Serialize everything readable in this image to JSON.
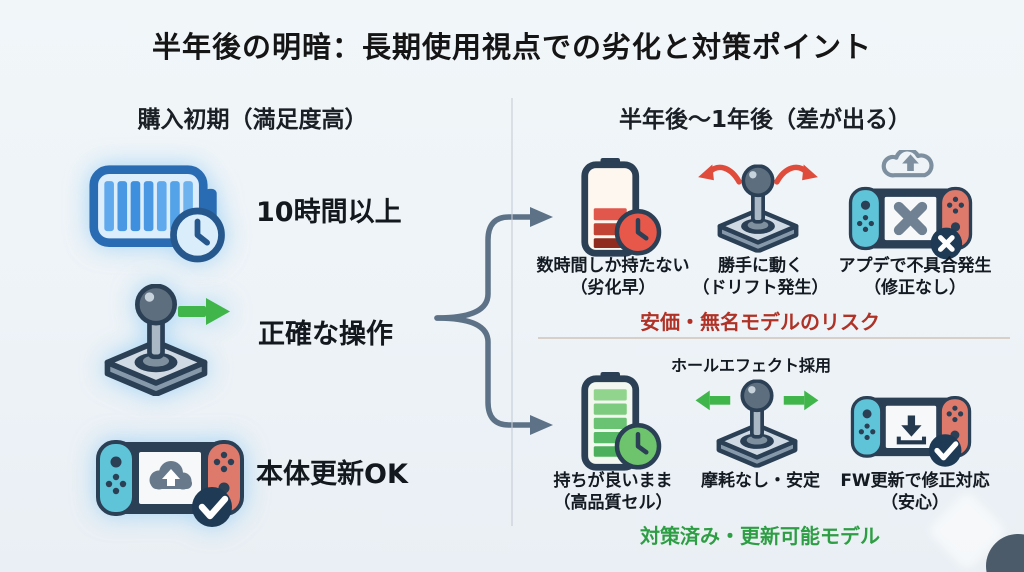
{
  "title": "半年後の明暗：長期使用視点での劣化と対策ポイント",
  "left": {
    "header": "購入初期（満足度高）",
    "items": [
      {
        "icon": "battery-full-blue-clock-icon",
        "label": "10時間以上"
      },
      {
        "icon": "joystick-accurate-icon",
        "label": "正確な操作"
      },
      {
        "icon": "switch-cloud-update-icon",
        "label": "本体更新OK"
      }
    ]
  },
  "right": {
    "header": "半年後〜1年後（差が出る）",
    "risk_row": {
      "items": [
        {
          "icon": "battery-degraded-red-clock-icon",
          "line1": "数時間しか持たない",
          "line2": "（劣化早）"
        },
        {
          "icon": "joystick-drift-red-arrows-icon",
          "line1": "勝手に動く",
          "line2": "（ドリフト発生）"
        },
        {
          "icon": "switch-update-error-icon",
          "line1": "アプデで不具合発生",
          "line2": "（修正なし）"
        }
      ],
      "label": "安価・無名モデルのリスク",
      "label_color": "#b03226"
    },
    "good_row": {
      "hall_effect_note": "ホールエフェクト採用",
      "items": [
        {
          "icon": "battery-healthy-green-clock-icon",
          "line1": "持ちが良いまま",
          "line2": "（高品質セル）"
        },
        {
          "icon": "joystick-stable-green-arrows-icon",
          "line1": "摩耗なし・安定",
          "line2": ""
        },
        {
          "icon": "switch-fw-download-check-icon",
          "line1": "FW更新で修正対応",
          "line2": "（安心）"
        }
      ],
      "label": "対策済み・更新可能モデル",
      "label_color": "#2e9e44"
    }
  },
  "colors": {
    "background": "#eef3f7",
    "risk_accent": "#b03226",
    "good_accent": "#2e9e44",
    "icon_outline_navy": "#2b3f55",
    "battery_blue": "#2a6cb3",
    "battery_red_segment": "#e2574c",
    "battery_green_segment": "#5cb85c",
    "joycon_left_cyan": "#5fc4d8",
    "joycon_right_salmon": "#de7a6c",
    "connector_gray": "#5d7287",
    "arrow_green": "#3fb54a",
    "arrow_red": "#df4c3b"
  }
}
